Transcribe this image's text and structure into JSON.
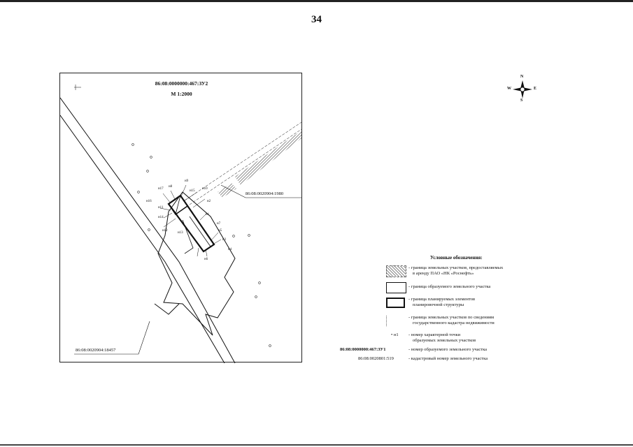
{
  "page": {
    "number": "34"
  },
  "map": {
    "title": "86:08:0000000:467:ЗУ2",
    "scale": "М 1:2000",
    "cadastral_labels": [
      "86:08:0020904:1980",
      "86:08:0020904:18457"
    ],
    "points": [
      "н1",
      "н2",
      "н3",
      "н4",
      "н5",
      "н6",
      "н7",
      "н8",
      "н9",
      "н10",
      "н11",
      "н12",
      "н13",
      "н14",
      "н15",
      "н16",
      "н17"
    ]
  },
  "compass": {
    "n": "N",
    "s": "S",
    "w": "W",
    "e": "E"
  },
  "legend": {
    "title": "Условные обозначения:",
    "items": [
      {
        "symbol": "hatched-dashed",
        "text_1": "- граница земельных участков, предоставляемых",
        "text_2": "в аренду ПАО «НК «Роснефть»"
      },
      {
        "symbol": "thin-box",
        "text_1": "- граница образуемого земельного участка",
        "text_2": ""
      },
      {
        "symbol": "thick-box",
        "text_1": "- граница планируемых элементов",
        "text_2": "планировочной структуры"
      },
      {
        "symbol": "dotted",
        "text_1": "- граница земельных участков по сведениям",
        "text_2": "государственного кадастра недвижимости"
      },
      {
        "symbol": "point",
        "marker": "• н1",
        "text_1": "- номер характерной точки",
        "text_2": "образуемых земельных участков"
      },
      {
        "symbol": "label-bold",
        "marker": "86:08:0000000:467:ЗУ1",
        "text_1": "- номер образуемого земельного участка",
        "text_2": ""
      },
      {
        "symbol": "label-normal",
        "marker": "86:08:0020801:519",
        "text_1": "- кадастровый номер земельного участка",
        "text_2": ""
      }
    ]
  },
  "colors": {
    "ink": "#111111",
    "hatch": "#555555"
  }
}
